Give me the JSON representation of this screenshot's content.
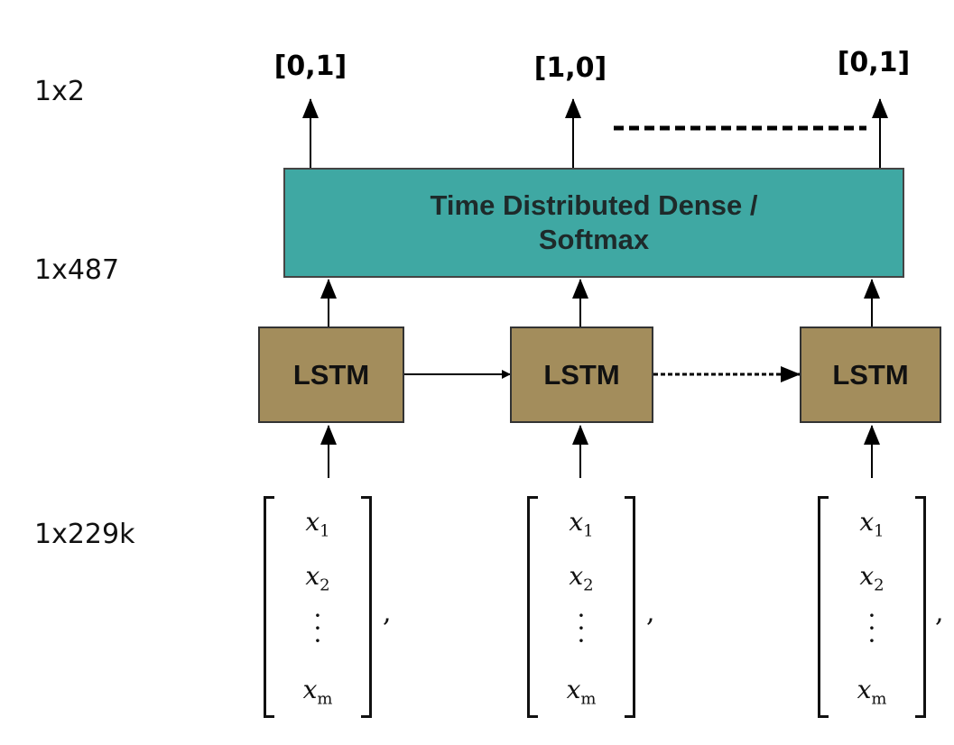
{
  "dimension_labels": [
    "1x2",
    "1x487",
    "1x229k"
  ],
  "outputs": [
    "[0,1]",
    "[1,0]",
    "[0,1]"
  ],
  "dense_layer": {
    "line1": "Time Distributed Dense /",
    "line2": "Softmax"
  },
  "lstm_cells": [
    "LSTM",
    "LSTM",
    "LSTM"
  ],
  "input_vector": {
    "entries": [
      "x",
      "x",
      "x"
    ],
    "subscripts": [
      "1",
      "2",
      "m"
    ]
  },
  "colors": {
    "dense_fill": "#3fa8a3",
    "lstm_fill": "#a38d5c",
    "arrows": "#000000"
  }
}
